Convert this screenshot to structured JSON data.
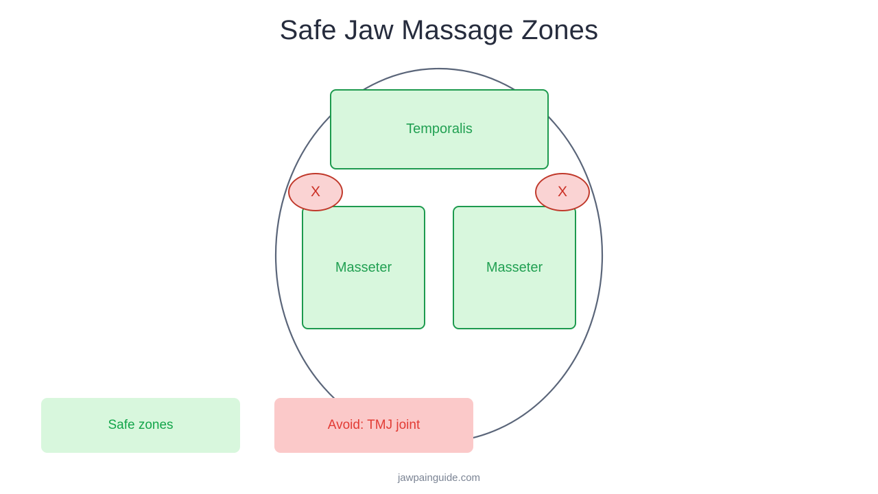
{
  "title": "Safe Jaw Massage Zones",
  "footer": "jawpainguide.com",
  "colors": {
    "title_text": "#262c3d",
    "head_outline": "#5a6579",
    "safe_fill": "#d8f7dd",
    "safe_border": "#1d9a4e",
    "safe_text": "#21a052",
    "avoid_fill": "#fad3d3",
    "avoid_border": "#c0392b",
    "avoid_text": "#cb3025",
    "legend_avoid_fill": "#fbc9c9",
    "legend_avoid_text": "#e23b34",
    "footer_text": "#7b8494",
    "background": "#ffffff"
  },
  "zones": {
    "temporalis": "Temporalis",
    "masseter_left": "Masseter",
    "masseter_right": "Masseter"
  },
  "avoid_markers": {
    "left": "X",
    "right": "X"
  },
  "legend": {
    "safe": "Safe zones",
    "avoid": "Avoid: TMJ joint"
  },
  "icons": {
    "head_outline": "head-outline-icon",
    "avoid_marker": "x-mark-icon"
  }
}
